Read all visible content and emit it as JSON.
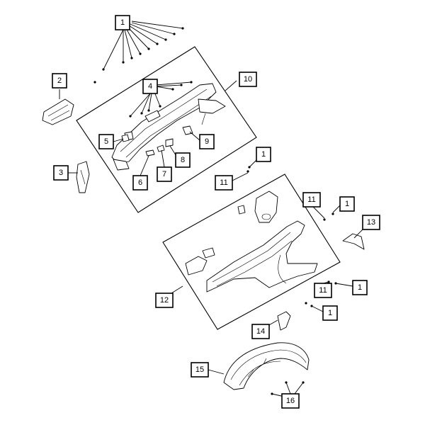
{
  "callouts": [
    {
      "id": "c1a",
      "label": "1"
    },
    {
      "id": "c2",
      "label": "2"
    },
    {
      "id": "c4",
      "label": "4"
    },
    {
      "id": "c10",
      "label": "10"
    },
    {
      "id": "c5",
      "label": "5"
    },
    {
      "id": "c9",
      "label": "9"
    },
    {
      "id": "c8",
      "label": "8"
    },
    {
      "id": "c7",
      "label": "7"
    },
    {
      "id": "c6",
      "label": "6"
    },
    {
      "id": "c3",
      "label": "3"
    },
    {
      "id": "c1b",
      "label": "1"
    },
    {
      "id": "c11a",
      "label": "11"
    },
    {
      "id": "c11b",
      "label": "11"
    },
    {
      "id": "c1c",
      "label": "1"
    },
    {
      "id": "c13",
      "label": "13"
    },
    {
      "id": "c12",
      "label": "12"
    },
    {
      "id": "c11c",
      "label": "11"
    },
    {
      "id": "c1d",
      "label": "1"
    },
    {
      "id": "c1e",
      "label": "1"
    },
    {
      "id": "c14",
      "label": "14"
    },
    {
      "id": "c15",
      "label": "15"
    },
    {
      "id": "c16",
      "label": "16"
    }
  ]
}
